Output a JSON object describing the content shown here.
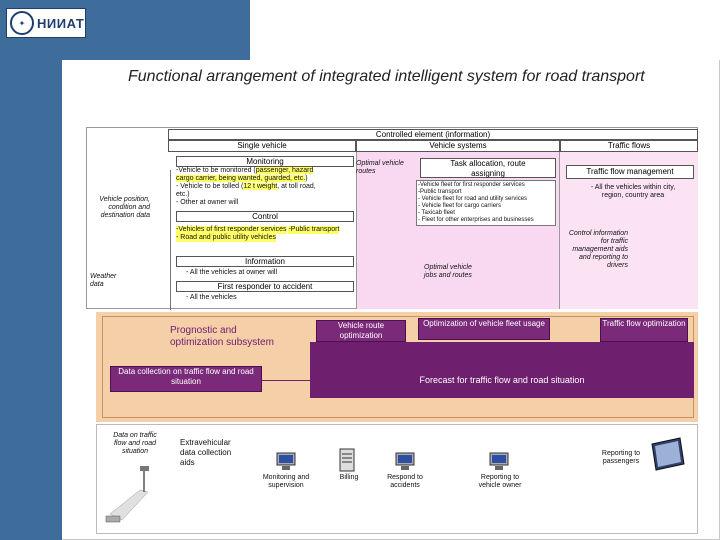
{
  "logo_text": "НИИАТ",
  "title": "Functional arrangement of integrated intelligent system for road transport",
  "controlled_element": "Controlled element (information)",
  "col_single_vehicle": "Single vehicle",
  "col_vehicle_systems": "Vehicle systems",
  "col_traffic_flows": "Traffic flows",
  "monitoring": {
    "header": "Monitoring",
    "l1_pre": "-Vehicle to be monitored (",
    "l1_hl": "passenger, hazard",
    "l2_hl": "cargo carrier, being wanted, guarded, etc.",
    "l2_post": ")",
    "l3_pre": "- Vehicle to be tolled (",
    "l3_hl": "12 t weight",
    "l3_post": ", at toll road,",
    "l4": "etc.)",
    "l5": "- Other at owner will"
  },
  "control": {
    "header": "Control",
    "lines": [
      "-Vehicles of first responder services",
      "-Public transport",
      "- Road and public utility vehicles"
    ]
  },
  "information": {
    "header": "Information",
    "line": "- All the vehicles at owner will"
  },
  "first_responder": {
    "header": "First responder to accident",
    "line": "- All the vehicles"
  },
  "optimal_routes": "Optimal vehicle routes",
  "task_allocation": {
    "header": "Task allocation, route assigning",
    "lines": [
      "-Vehicle fleet for first responder services",
      "-Public transport",
      "- Vehicle fleet for road and utility services",
      "- Vehicle fleet for cargo carriers",
      "- Taxicab fleet",
      "- Fleet for other enterprises and businesses"
    ]
  },
  "optimal_jobs": "Optimal vehicle jobs and routes",
  "traffic_flow_mgmt": {
    "header": "Traffic flow management",
    "lines": [
      "- All the vehicles within city,",
      "region, country area"
    ]
  },
  "control_info": "Control information for traffic management aids and reporting to drivers",
  "vehicle_position": "Vehicle position, condition and destination data",
  "weather": "Weather data",
  "prognostic": "Prognostic and optimization subsystem",
  "route_opt": "Vehicle route optimization",
  "fleet_opt": "Optimization of vehicle fleet usage",
  "traffic_opt": "Traffic flow optimization",
  "data_collection": "Data collection on traffic flow and road situation",
  "forecast": "Forecast for traffic flow and road situation",
  "data_traffic": "Data on traffic flow and road situation",
  "extravehicular": "Extravehicular data collection aids",
  "monitoring_supervision": "Monitoring and supervision",
  "billing": "Billing",
  "respond_accidents": "Respond to accidents",
  "reporting_owner": "Reporting to vehicle owner",
  "reporting_passengers": "Reporting to passengers",
  "colors": {
    "frame_blue": "#3e6d9c",
    "vehicle_systems": "#f9d9f2",
    "traffic_flows": "#fbe3f4",
    "subsystem_band": "#f5cfa8",
    "purple": "#6e1f6e",
    "highlight": "#ffff66"
  }
}
